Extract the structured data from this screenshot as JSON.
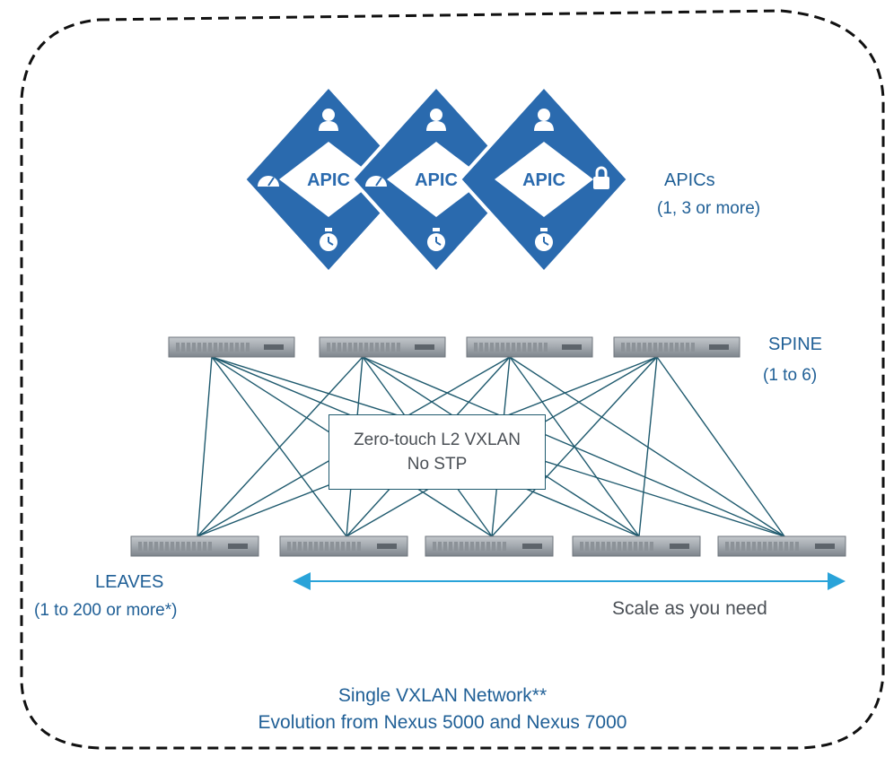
{
  "apic_cluster": {
    "node_label": "APIC",
    "title": "APICs",
    "subtitle": "(1, 3 or more)",
    "icons": [
      "user-icon",
      "speedometer-icon",
      "lock-icon",
      "stopwatch-icon"
    ]
  },
  "spine": {
    "title": "SPINE",
    "subtitle": "(1 to 6)",
    "count": 4
  },
  "leaves": {
    "title": "LEAVES",
    "subtitle": "(1 to 200 or more*)",
    "count": 5
  },
  "fabric_box": {
    "line1": "Zero-touch L2 VXLAN",
    "line2": "No STP"
  },
  "scale_label": "Scale as you need",
  "footer": {
    "line1": "Single VXLAN Network**",
    "line2": "Evolution from Nexus 5000 and Nexus 7000"
  },
  "colors": {
    "apic_blue": "#2a6aae",
    "label_blue": "#1f5f96",
    "link_line": "#1f5a6e",
    "scale_arrow": "#29a3d9",
    "switch_grey": "#9aa0a6"
  }
}
